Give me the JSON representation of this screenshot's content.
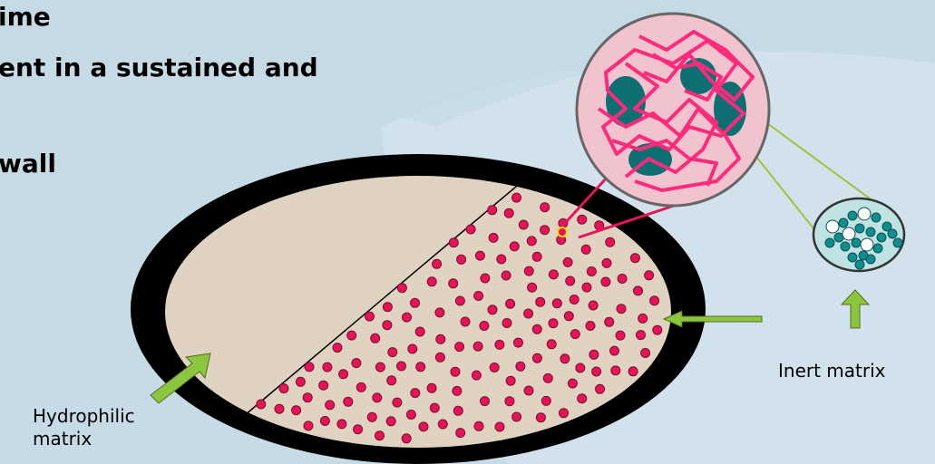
{
  "slide": {
    "heading_lines": [
      "ime",
      "ent in a sustained and",
      "wall"
    ]
  },
  "labels": {
    "hydrophilic_line1": "Hydrophilic",
    "hydrophilic_line2": "matrix",
    "inert": "Inert matrix"
  },
  "colors": {
    "background": "#c7dbe7",
    "wave": "#d6e5ee",
    "tablet_rim": "#000000",
    "tablet_fill": "#e3d5c2",
    "particle": "#e8125a",
    "particle_stroke": "#7a0f2a",
    "arrow_green": "#8cc63f",
    "arrow_dark": "#556b1f",
    "teal": "#0f8d8f",
    "zoom_circle": "#f0c0cc",
    "inert_circle": "#bfe3e3"
  }
}
